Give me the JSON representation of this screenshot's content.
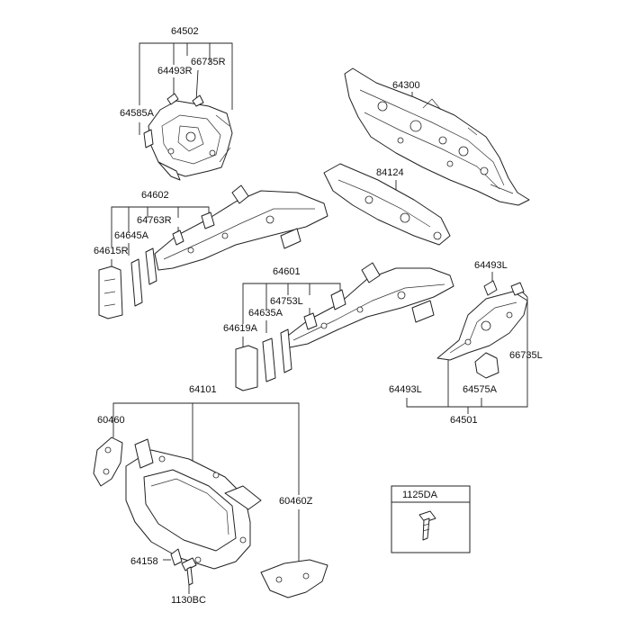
{
  "labels": {
    "p64502": "64502",
    "p66735R": "66735R",
    "p64493R": "64493R",
    "p64585A": "64585A",
    "p64300": "64300",
    "p84124": "84124",
    "p64602": "64602",
    "p64763R": "64763R",
    "p64645A": "64645A",
    "p64615R": "64615R",
    "p64601": "64601",
    "p64753L": "64753L",
    "p64635A": "64635A",
    "p64619A": "64619A",
    "p64493L_top": "64493L",
    "p66735L": "66735L",
    "p64493L_bot": "64493L",
    "p64575A": "64575A",
    "p64501": "64501",
    "p64101": "64101",
    "p60460": "60460",
    "p60460Z": "60460Z",
    "p64158": "64158",
    "p1130BC": "1130BC",
    "p1125DA": "1125DA"
  }
}
